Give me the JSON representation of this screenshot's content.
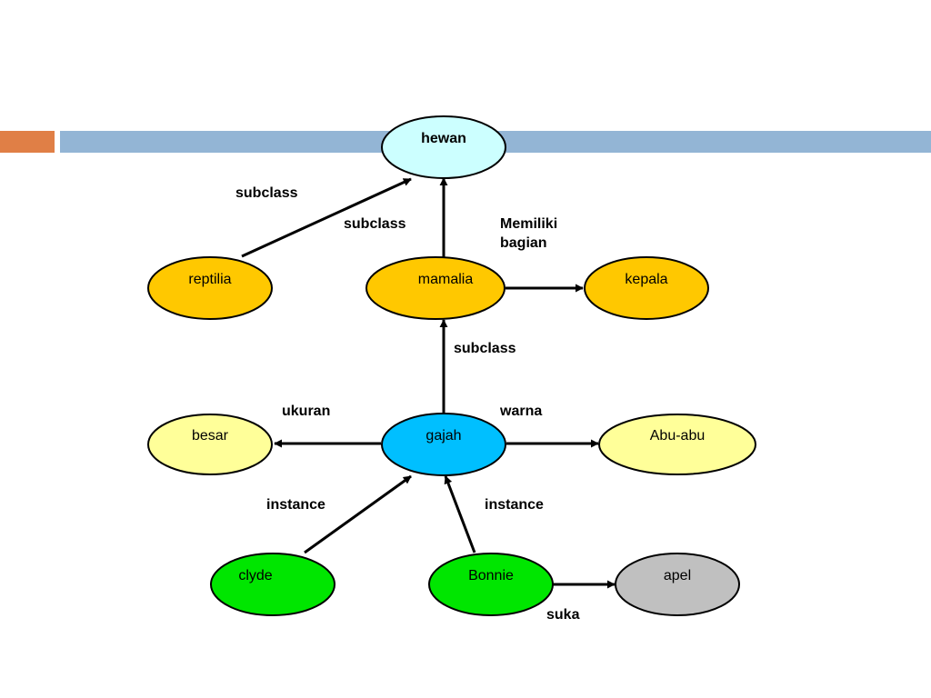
{
  "colors": {
    "accent_bar": "#E07F46",
    "title_bar": "#93B5D5",
    "class_root": "#CCFFFF",
    "class": "#FFC800",
    "instance_class": "#00BFFF",
    "value": "#FFFF99",
    "instance": "#00E600",
    "other": "#C0C0C0",
    "stroke": "#000000"
  },
  "nodes": {
    "hewan": "hewan",
    "reptilia": "reptilia",
    "mamalia": "mamalia",
    "kepala": "kepala",
    "besar": "besar",
    "gajah": "gajah",
    "abuabu": "Abu-abu",
    "clyde": "clyde",
    "bonnie": "Bonnie",
    "apel": "apel"
  },
  "edges": {
    "reptilia_hewan": "subclass",
    "mamalia_hewan": "subclass",
    "mamalia_kepala": "Memiliki bagian",
    "gajah_mamalia": "subclass",
    "gajah_besar": "ukuran",
    "gajah_abuabu": "warna",
    "clyde_gajah": "instance",
    "bonnie_gajah": "instance",
    "bonnie_apel": "suka"
  }
}
